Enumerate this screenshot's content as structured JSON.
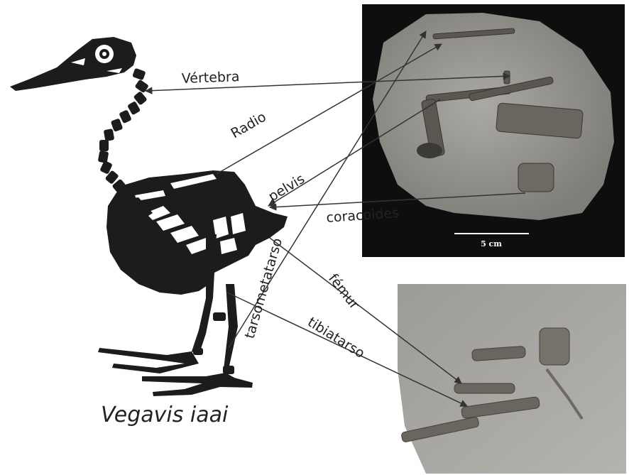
{
  "species_name": "Vegavis iaai",
  "labels": {
    "vertebra": "Vértebra",
    "radio": "Radio",
    "pelvis": "pelvis",
    "coracoides": "coracoides",
    "tarsometatarso": "tarsometatarso",
    "femur": "fémur",
    "tibiatarso": "tibiatarso"
  },
  "scale_bar": "5 cm",
  "colors": {
    "skeleton": "#1c1c1c",
    "photo_bg": "#0e0e0e",
    "rock": "#8a8a86",
    "rock_light": "#a8a7a2",
    "fossil_bone": "#5a5650",
    "arrow": "#333333"
  },
  "icons": [
    "bird-skeleton-silhouette",
    "fossil-slab-photo-top",
    "fossil-slab-photo-bottom"
  ]
}
